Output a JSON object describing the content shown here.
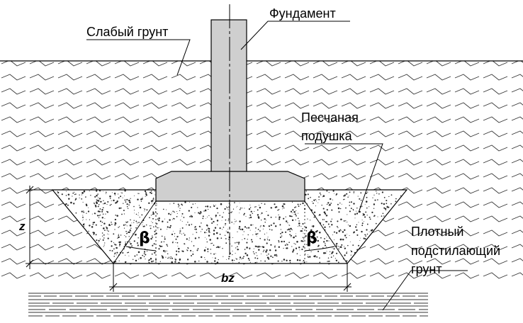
{
  "labels": {
    "weak_soil": "Слабый грунт",
    "foundation": "Фундамент",
    "sand_cushion_line1": "Песчаная",
    "sand_cushion_line2": "подушка",
    "dense_soil_line1": "Плотный",
    "dense_soil_line2": "подстилающий",
    "dense_soil_line3": "грунт",
    "angle_left": "β",
    "angle_right": "β",
    "depth": "z",
    "width": "bz"
  },
  "colors": {
    "foundation_fill": "#cfcfcf",
    "line": "#000000",
    "sand_dot": "#2a2a2a",
    "background": "#ffffff"
  }
}
